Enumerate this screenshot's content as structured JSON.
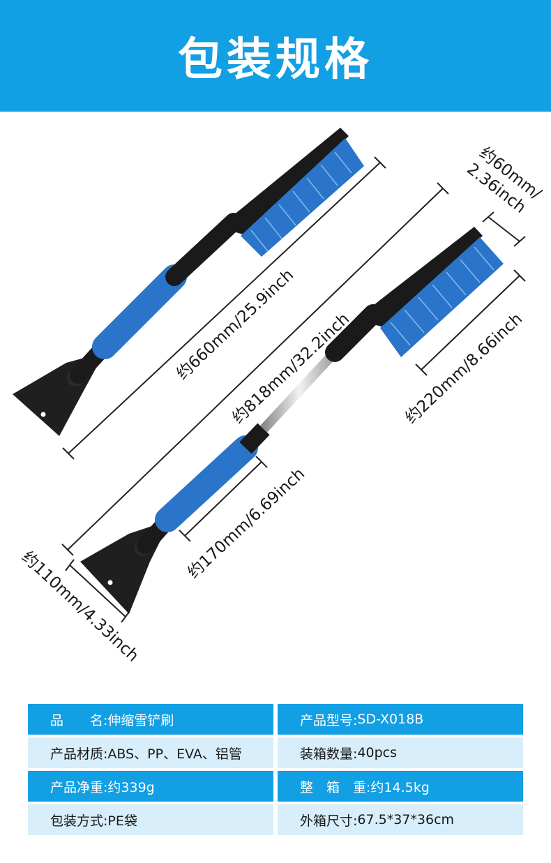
{
  "header": {
    "title": "包装规格"
  },
  "colors": {
    "accent": "#129fe3",
    "light_row": "#d8eefa",
    "brush_blue": "#2a74c9"
  },
  "dimensions": {
    "total_short": "约660mm/25.9inch",
    "total_long": "约818mm/32.2inch",
    "brush_width_line1": "约60mm/",
    "brush_width_line2": "2.36inch",
    "brush_length": "约220mm/8.66inch",
    "grip_length": "约170mm/6.69inch",
    "scraper_width": "约110mm/4.33inch"
  },
  "specs": {
    "rows": [
      {
        "style": "dark",
        "left": {
          "label": "品　　名: ",
          "value": "伸缩雪铲刷"
        },
        "right": {
          "label": "产品型号: ",
          "value": "SD-X018B"
        }
      },
      {
        "style": "light",
        "left": {
          "label": "产品材质: ",
          "value": "ABS、PP、EVA、铝管"
        },
        "right": {
          "label": "装箱数量: ",
          "value": "40pcs"
        }
      },
      {
        "style": "dark",
        "left": {
          "label": "产品净重: ",
          "value": "约339g"
        },
        "right": {
          "label": "整　箱　重: ",
          "value": "约14.5kg"
        }
      },
      {
        "style": "light",
        "left": {
          "label": "包装方式: ",
          "value": "PE袋"
        },
        "right": {
          "label": "外箱尺寸: ",
          "value": "67.5*37*36cm"
        }
      }
    ]
  }
}
